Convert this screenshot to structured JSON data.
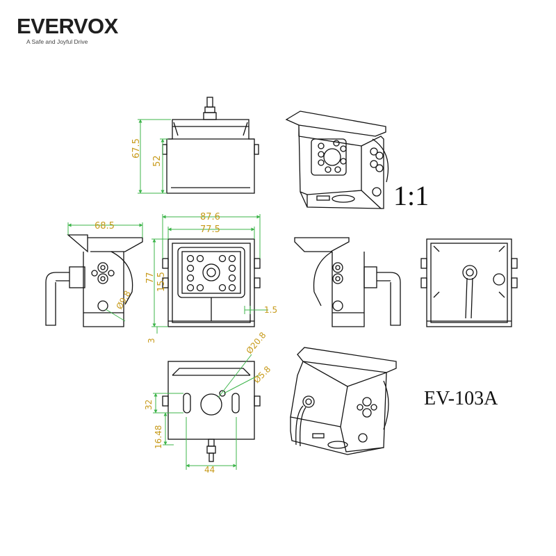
{
  "brand": {
    "name": "EVERVOX",
    "tagline": "A Safe and Joyful Drive"
  },
  "scale": "1:1",
  "model": "EV-103A",
  "colors": {
    "dimension_line": "#3cb44a",
    "dimension_text": "#c79a1a",
    "outline": "#111111",
    "leader": "#3cb44a"
  },
  "dimensions": {
    "side_overall_height": "67.5",
    "side_body_height": "52",
    "side_depth": "68.5",
    "front_overall_width": "87.6",
    "front_body_width": "77.5",
    "front_height": "77",
    "front_lens_height": "15.5",
    "front_margin": "1.5",
    "front_base": "3",
    "bracket_hole": "Ø9.8",
    "bottom_large_hole": "Ø20.8",
    "bottom_small_hole": "Ø5.8",
    "bottom_slot_spacing": "32",
    "bottom_offset": "16.48",
    "bottom_width": "44"
  }
}
